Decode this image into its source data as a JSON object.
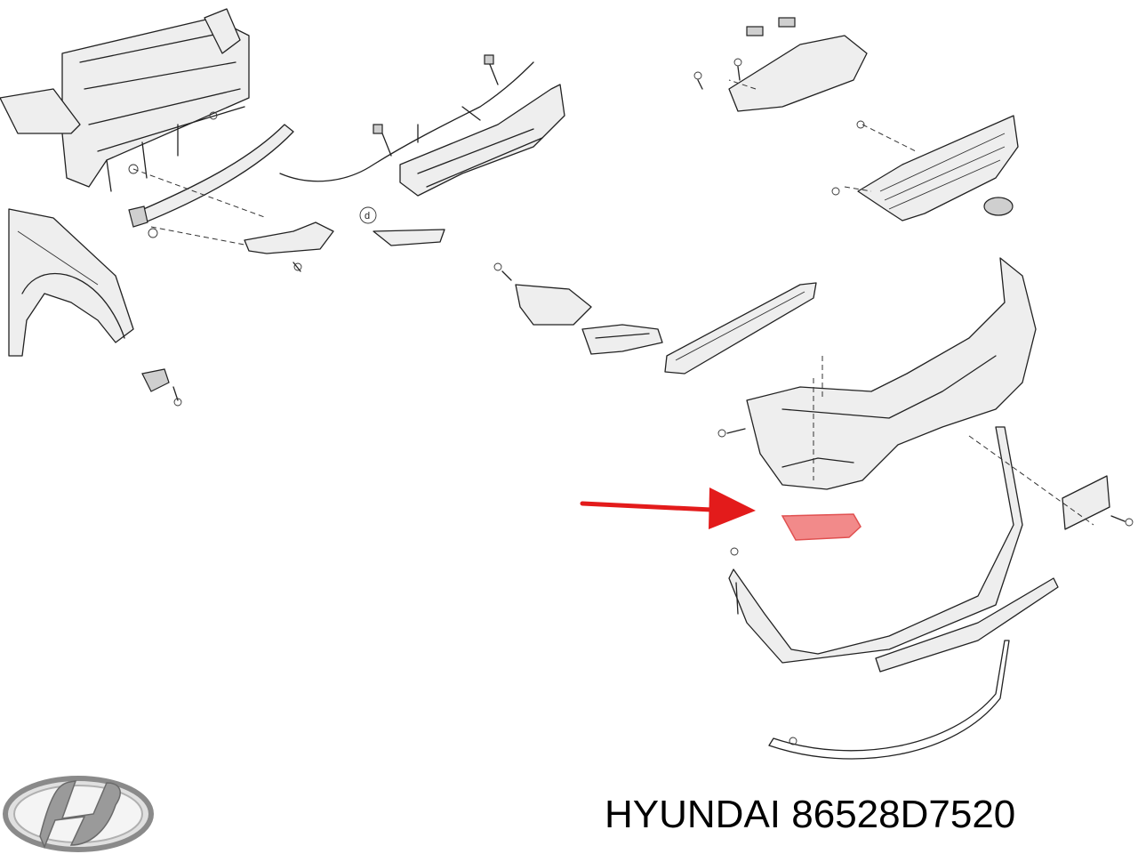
{
  "caption": {
    "brand": "HYUNDAI",
    "part_number": "86528D7520"
  },
  "callout": {
    "label": "d"
  },
  "colors": {
    "highlight_arrow": "#e31b1b",
    "highlighted_part": "#f28a8a",
    "line_art": "#222222",
    "part_fill": "#eeeeee",
    "logo_silver": "#9a9a9a"
  },
  "icons": {
    "logo": "hyundai-logo-icon",
    "arrow": "red-arrow-icon"
  }
}
